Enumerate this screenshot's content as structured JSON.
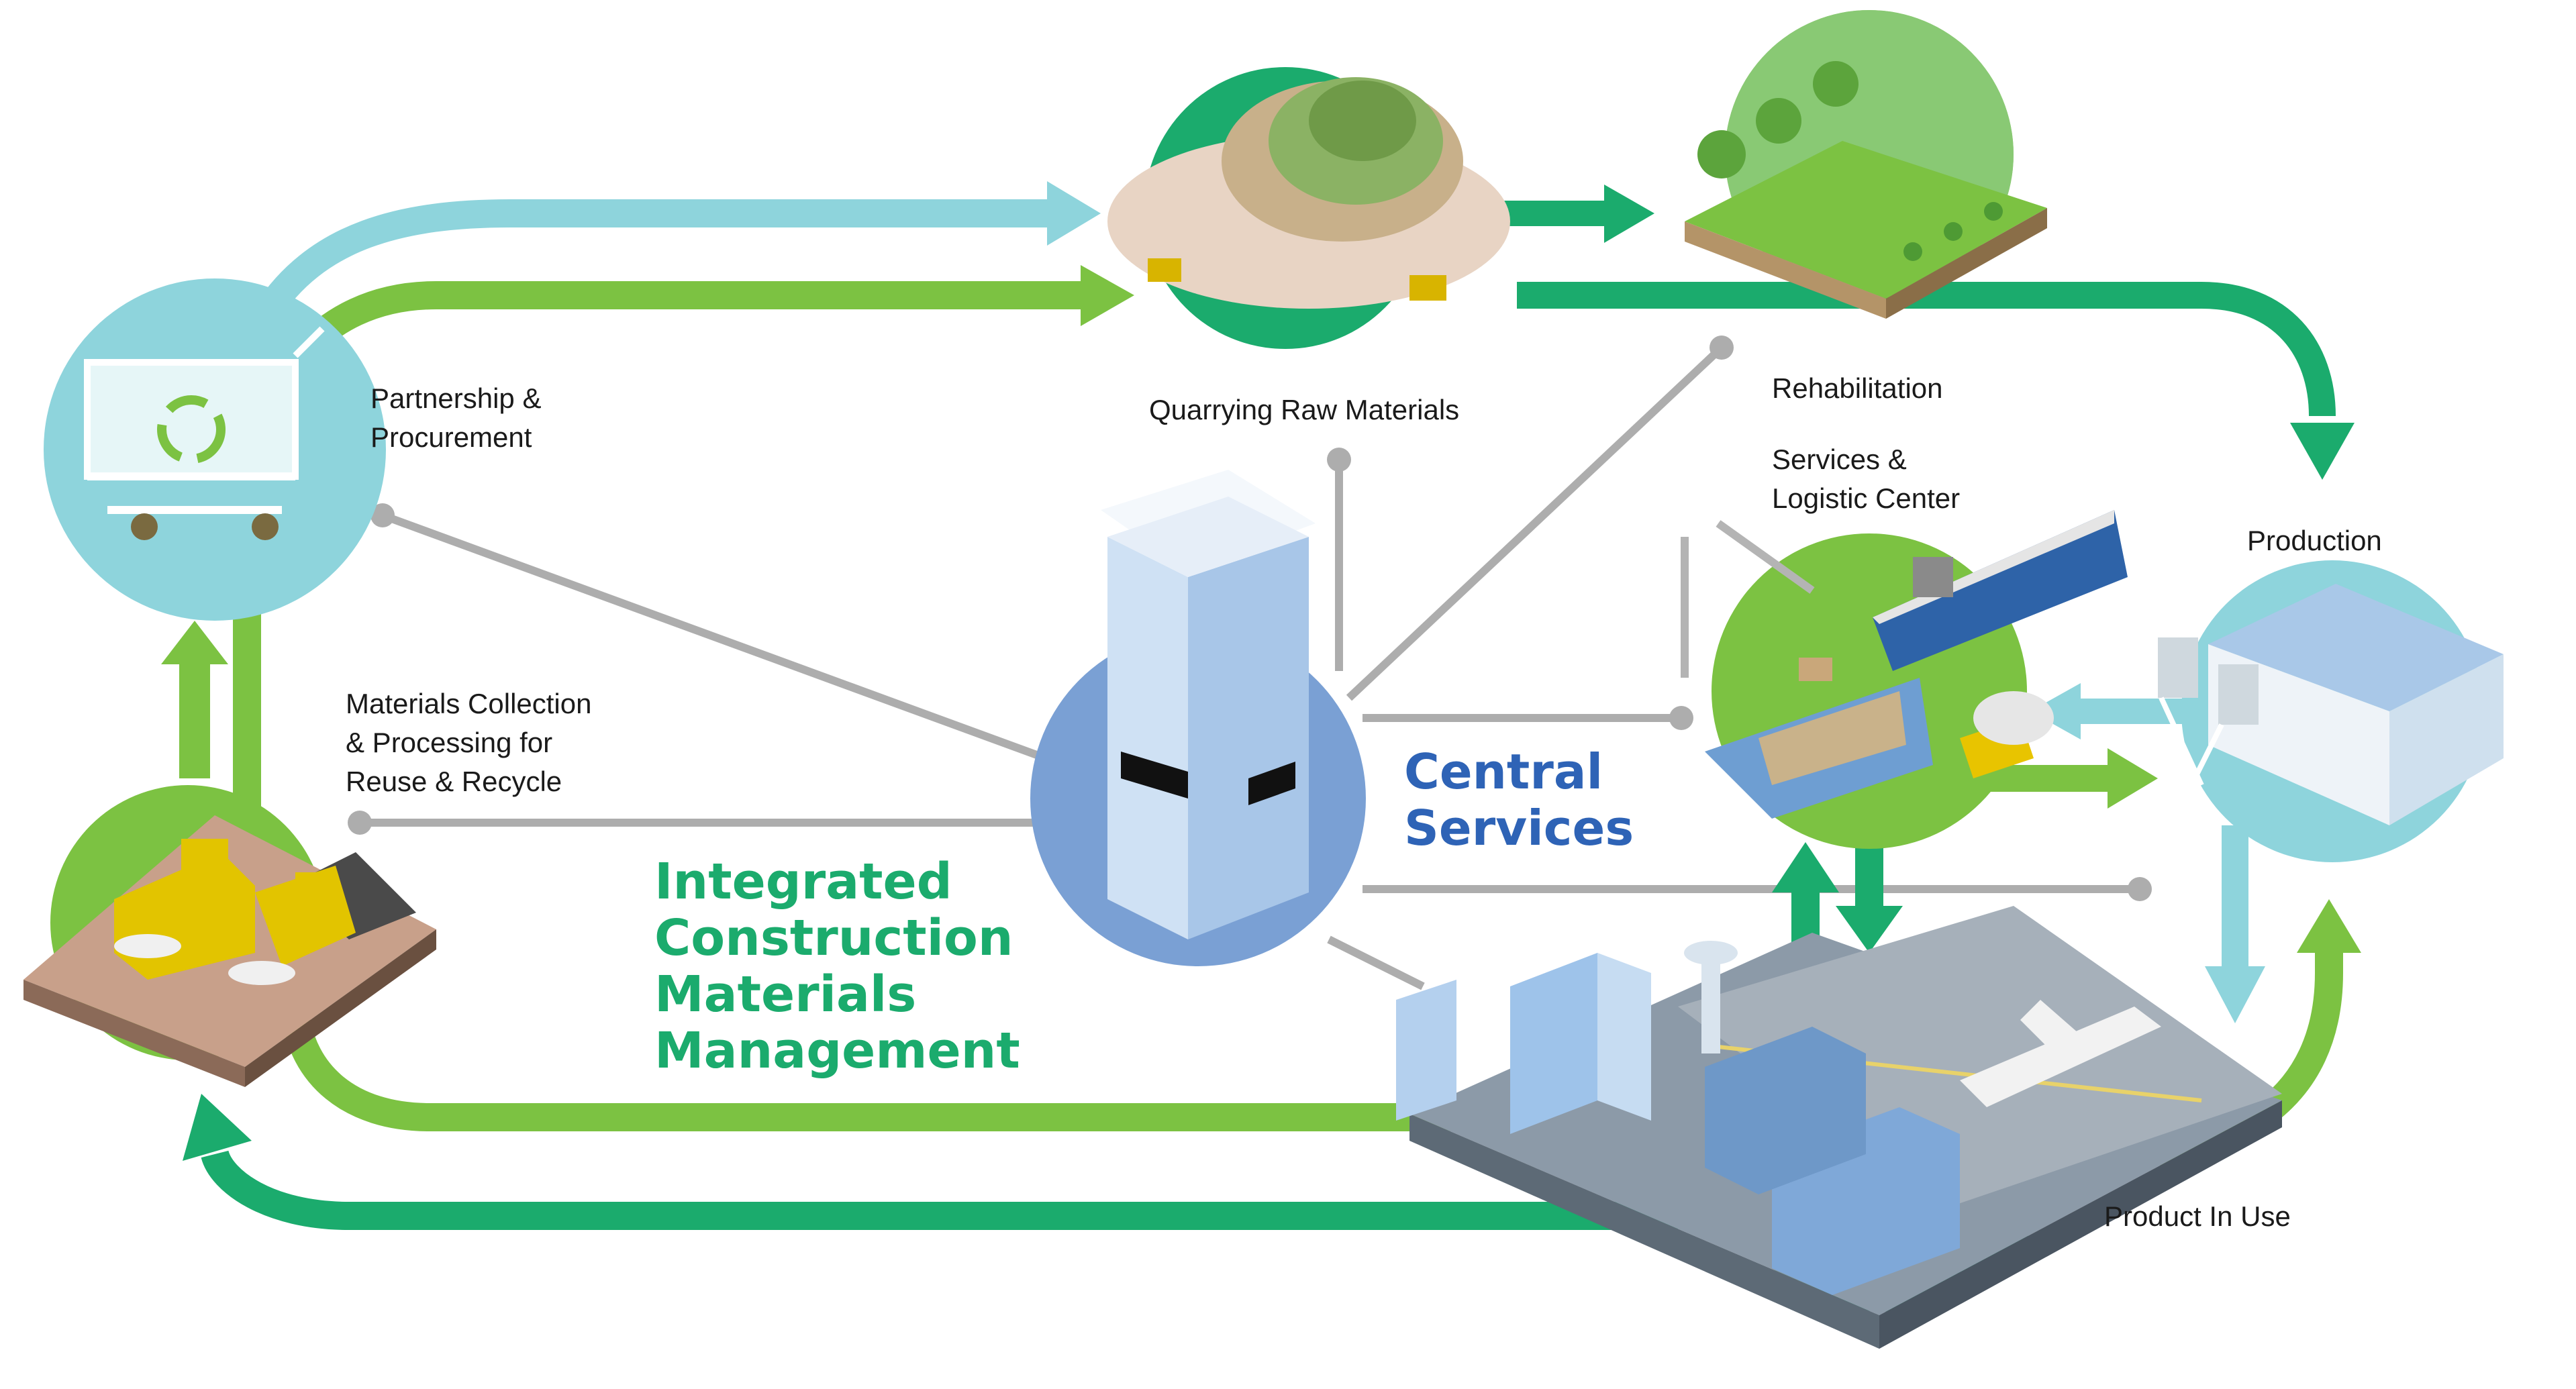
{
  "title_lines": [
    "Integrated",
    "Construction",
    "Materials",
    "Management"
  ],
  "central_lines": [
    "Central",
    "Services"
  ],
  "nodes": {
    "partnership": [
      "Partnership &",
      "Procurement"
    ],
    "quarrying": "Quarrying Raw Materials",
    "rehabilitation": "Rehabilitation",
    "services": [
      "Services &",
      "Logistic Center"
    ],
    "production": "Production",
    "product_in_use": "Product In Use",
    "collection": [
      "Materials Collection",
      "& Processing for",
      "Reuse & Recycle"
    ]
  },
  "colors": {
    "green": "#7cc242",
    "teal": "#1bab6d",
    "light_blue": "#8ed4dc",
    "grey_line": "#adadad",
    "central_blue": "#7aa0d4",
    "title_green": "#1bab6d",
    "central_text": "#2e63b6"
  },
  "icons": [
    "recycle-cart-icon",
    "quarry-icon",
    "forest-plot-icon",
    "ship-port-icon",
    "factory-icon",
    "airport-city-icon",
    "loader-trucks-icon",
    "office-tower-icon"
  ]
}
